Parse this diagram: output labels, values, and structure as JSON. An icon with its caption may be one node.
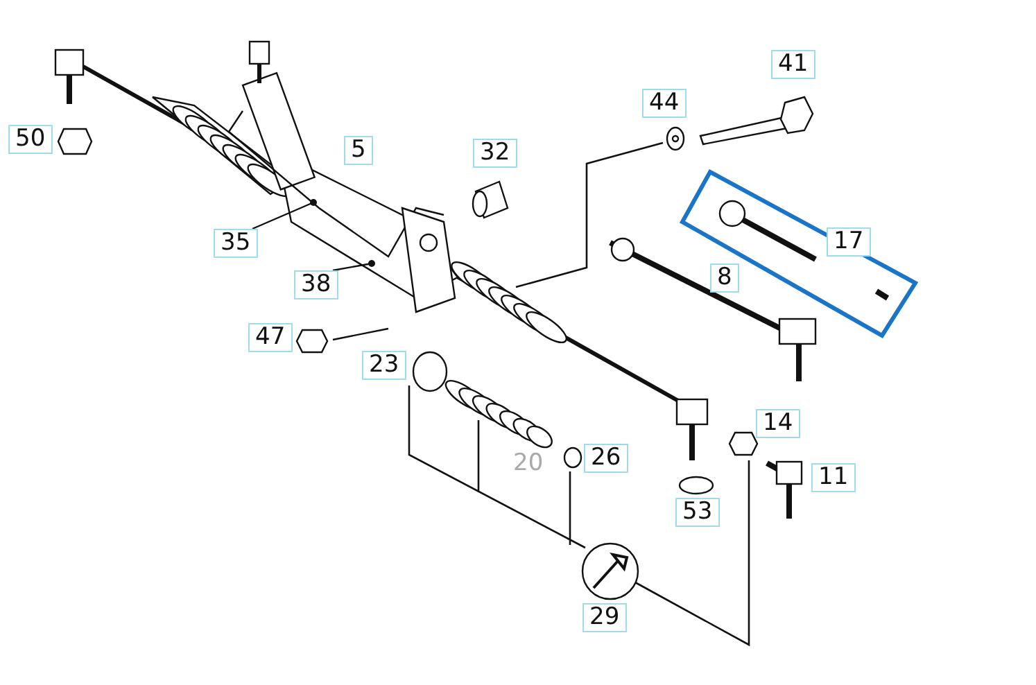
{
  "diagram": {
    "nodes": [
      {
        "text": [
          "41"
        ]
      },
      {
        "text": [
          "50"
        ]
      },
      {
        "text": [
          "44"
        ]
      },
      {
        "text": [
          "5"
        ]
      },
      {
        "text": [
          "32"
        ]
      },
      {
        "text": [
          "35"
        ]
      },
      {
        "text": [
          "17"
        ]
      },
      {
        "text": [
          "8"
        ]
      },
      {
        "text": [
          "38"
        ]
      },
      {
        "text": [
          "47"
        ]
      },
      {
        "text": [
          "23"
        ]
      },
      {
        "text": [
          "14"
        ]
      },
      {
        "text": [
          "26"
        ]
      },
      {
        "text": [
          "11"
        ]
      },
      {
        "text": [
          "53"
        ]
      },
      {
        "text": [
          "29"
        ]
      }
    ],
    "edges": [
      {
        "from": 5,
        "to": null,
        "arrow": "other"
      },
      {
        "from": 8,
        "to": null,
        "arrow": "other"
      }
    ],
    "labels": [
      "20"
    ]
  }
}
